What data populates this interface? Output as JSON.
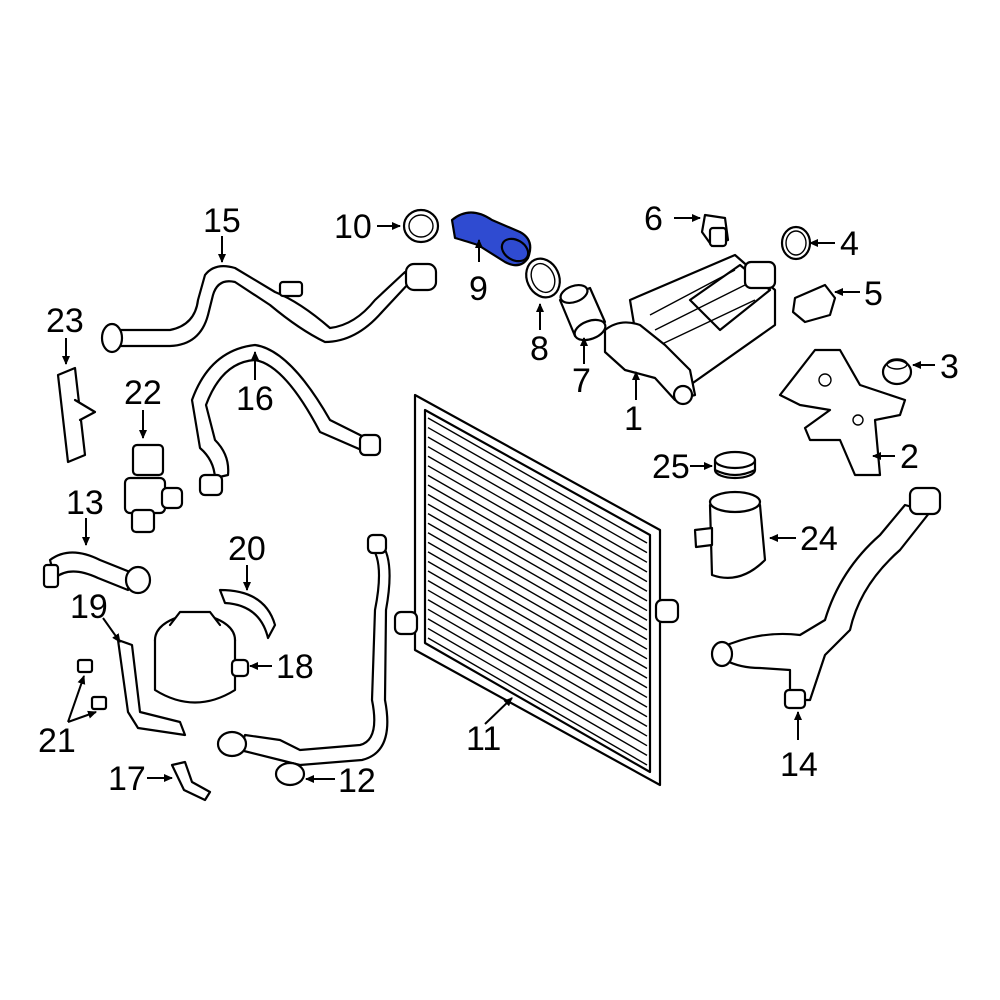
{
  "diagram": {
    "highlight_color": "#2f4bd1",
    "labels": {
      "l1": "1",
      "l2": "2",
      "l3": "3",
      "l4": "4",
      "l5": "5",
      "l6": "6",
      "l7": "7",
      "l8": "8",
      "l9": "9",
      "l10": "10",
      "l11": "11",
      "l12": "12",
      "l13": "13",
      "l14": "14",
      "l15": "15",
      "l16": "16",
      "l17": "17",
      "l18": "18",
      "l19": "19",
      "l20": "20",
      "l21": "21",
      "l22": "22",
      "l23": "23",
      "l24": "24",
      "l25": "25"
    }
  }
}
